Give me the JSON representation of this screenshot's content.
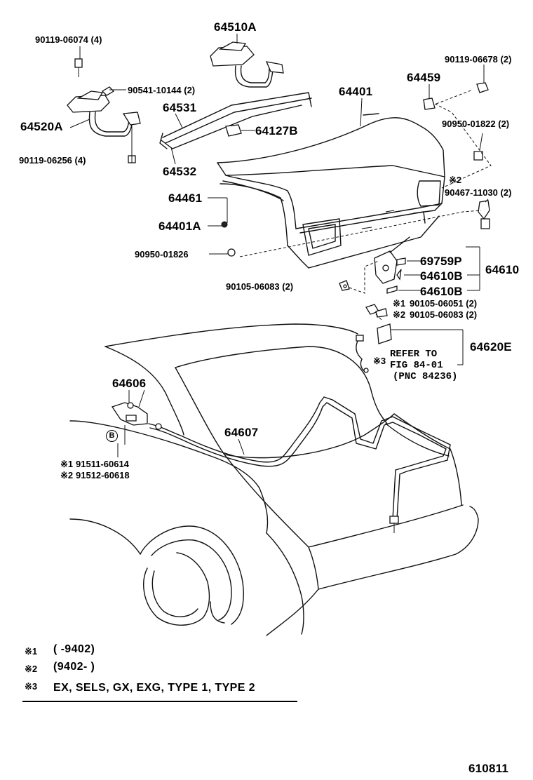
{
  "parts": {
    "p64510A": "64510A",
    "p90119_06074": "90119-06074 (4)",
    "p90541_10144": "90541-10144 (2)",
    "p64520A": "64520A",
    "p90119_06256": "90119-06256 (4)",
    "p64531": "64531",
    "p64532": "64532",
    "p64127B": "64127B",
    "p64401": "64401",
    "p64459": "64459",
    "p90119_06678": "90119-06678 (2)",
    "p90950_01822": "90950-01822 (2)",
    "p90467_11030": "90467-11030 (2)",
    "p64461": "64461",
    "p64401A": "64401A",
    "p90950_01826": "90950-01826",
    "p69759P": "69759P",
    "p64610B_1": "64610B",
    "p64610B_2": "64610B",
    "p64610": "64610",
    "p90105_06083": "90105-06083 (2)",
    "p90105_06051_r": "90105-06051 (2)",
    "p90105_06083_r": "90105-06083 (2)",
    "p64620E": "64620E",
    "p64606": "64606",
    "p64607": "64607",
    "p91511_60614": "91511-60614",
    "p91512_60618": "91512-60618"
  },
  "marks": {
    "m_r1": "※1",
    "m_r2": "※2",
    "m_r3": "※3",
    "m_rd2": "※2",
    "m_b1": "※1",
    "m_b2": "※2",
    "circle_b": "B"
  },
  "refer": {
    "line1": "REFER TO",
    "line2": "FIG 84-01",
    "line3": "(PNC 84236)"
  },
  "footnotes": [
    {
      "mark": "※1",
      "text": "(      -9402)"
    },
    {
      "mark": "※2",
      "text": "(9402-      )"
    },
    {
      "mark": "※3",
      "text": "EX, SELS, GX, EXG, TYPE  1, TYPE  2"
    }
  ],
  "fig_number": "610811"
}
